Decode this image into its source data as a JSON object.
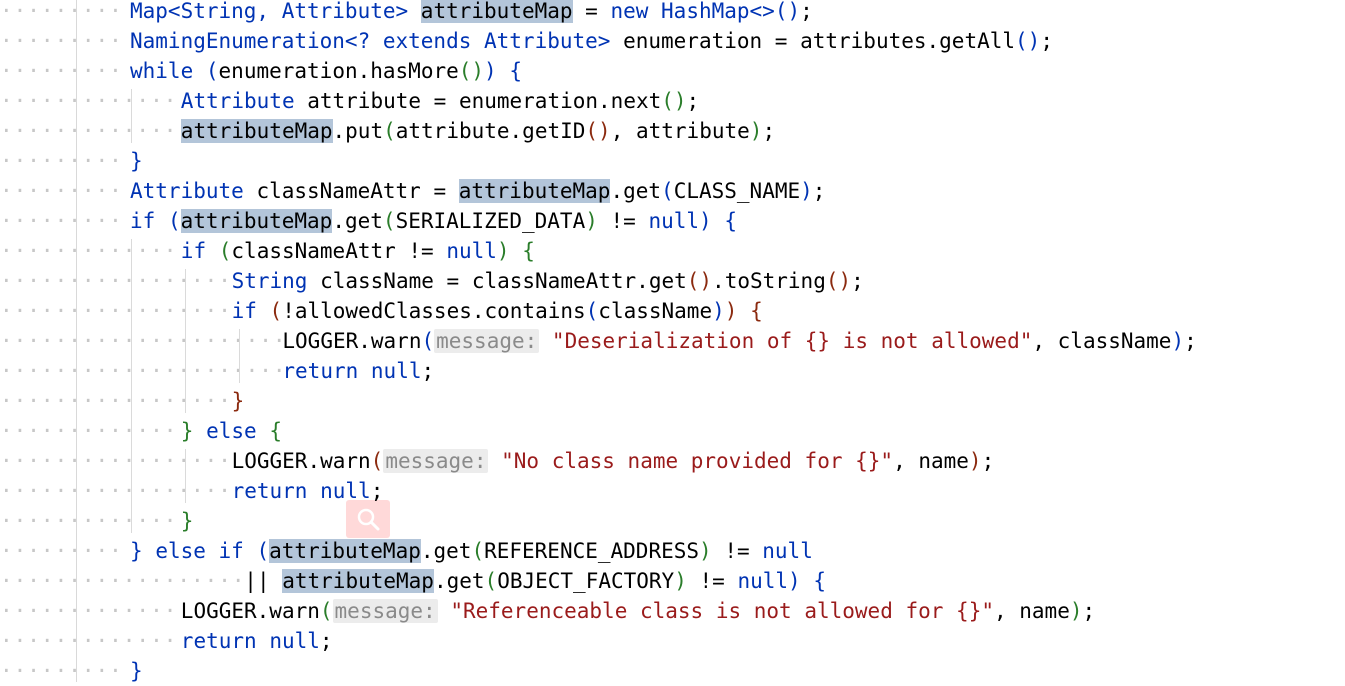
{
  "editor": {
    "language": "java",
    "lines": [
      [
        {
          "t": "Map<String, Attribute> ",
          "k": "type"
        },
        {
          "t": "attributeMap",
          "k": "id",
          "hl": true
        },
        {
          "t": " = ",
          "k": "pn"
        },
        {
          "t": "new",
          "k": "kw"
        },
        {
          "t": " HashMap<>",
          "k": "type"
        },
        {
          "t": "()",
          "k": "paren1"
        },
        {
          "t": ";",
          "k": "pn"
        }
      ],
      [
        {
          "t": "NamingEnumeration<? extends Attribute>",
          "k": "type"
        },
        {
          "t": " enumeration = attributes.getAll",
          "k": "id"
        },
        {
          "t": "()",
          "k": "paren1"
        },
        {
          "t": ";",
          "k": "pn"
        }
      ],
      [
        {
          "t": "while",
          "k": "kw"
        },
        {
          "t": " ",
          "k": "pn"
        },
        {
          "t": "(",
          "k": "paren1"
        },
        {
          "t": "enumeration.hasMore",
          "k": "id"
        },
        {
          "t": "()",
          "k": "paren2"
        },
        {
          "t": ")",
          "k": "paren1"
        },
        {
          "t": " ",
          "k": "pn"
        },
        {
          "t": "{",
          "k": "paren1"
        }
      ],
      [
        {
          "t": "Attribute",
          "k": "type"
        },
        {
          "t": " attribute = enumeration.next",
          "k": "id"
        },
        {
          "t": "()",
          "k": "paren2"
        },
        {
          "t": ";",
          "k": "pn"
        }
      ],
      [
        {
          "t": "attributeMap",
          "k": "id",
          "hl": true
        },
        {
          "t": ".put",
          "k": "id"
        },
        {
          "t": "(",
          "k": "paren2"
        },
        {
          "t": "attribute.getID",
          "k": "id"
        },
        {
          "t": "()",
          "k": "paren3"
        },
        {
          "t": ", attribute",
          "k": "id"
        },
        {
          "t": ")",
          "k": "paren2"
        },
        {
          "t": ";",
          "k": "pn"
        }
      ],
      [
        {
          "t": "}",
          "k": "paren1"
        }
      ],
      [
        {
          "t": "Attribute",
          "k": "type"
        },
        {
          "t": " classNameAttr = ",
          "k": "id"
        },
        {
          "t": "attributeMap",
          "k": "id",
          "hl": true
        },
        {
          "t": ".get",
          "k": "id"
        },
        {
          "t": "(",
          "k": "paren1"
        },
        {
          "t": "CLASS_NAME",
          "k": "id"
        },
        {
          "t": ")",
          "k": "paren1"
        },
        {
          "t": ";",
          "k": "pn"
        }
      ],
      [
        {
          "t": "if",
          "k": "kw"
        },
        {
          "t": " ",
          "k": "pn"
        },
        {
          "t": "(",
          "k": "paren1"
        },
        {
          "t": "attributeMap",
          "k": "id",
          "hl": true
        },
        {
          "t": ".get",
          "k": "id"
        },
        {
          "t": "(",
          "k": "paren2"
        },
        {
          "t": "SERIALIZED_DATA",
          "k": "id"
        },
        {
          "t": ")",
          "k": "paren2"
        },
        {
          "t": " != ",
          "k": "pn"
        },
        {
          "t": "null",
          "k": "kw"
        },
        {
          "t": ")",
          "k": "paren1"
        },
        {
          "t": " ",
          "k": "pn"
        },
        {
          "t": "{",
          "k": "paren1"
        }
      ],
      [
        {
          "t": "if",
          "k": "kw"
        },
        {
          "t": " ",
          "k": "pn"
        },
        {
          "t": "(",
          "k": "paren2"
        },
        {
          "t": "classNameAttr != ",
          "k": "id"
        },
        {
          "t": "null",
          "k": "kw"
        },
        {
          "t": ")",
          "k": "paren2"
        },
        {
          "t": " ",
          "k": "pn"
        },
        {
          "t": "{",
          "k": "paren2"
        }
      ],
      [
        {
          "t": "String",
          "k": "type"
        },
        {
          "t": " className = classNameAttr.get",
          "k": "id"
        },
        {
          "t": "()",
          "k": "paren3"
        },
        {
          "t": ".toString",
          "k": "id"
        },
        {
          "t": "()",
          "k": "paren3"
        },
        {
          "t": ";",
          "k": "pn"
        }
      ],
      [
        {
          "t": "if",
          "k": "kw"
        },
        {
          "t": " ",
          "k": "pn"
        },
        {
          "t": "(",
          "k": "paren3"
        },
        {
          "t": "!allowedClasses.contains",
          "k": "id"
        },
        {
          "t": "(",
          "k": "paren1"
        },
        {
          "t": "className",
          "k": "id"
        },
        {
          "t": ")",
          "k": "paren1"
        },
        {
          "t": ")",
          "k": "paren3"
        },
        {
          "t": " ",
          "k": "pn"
        },
        {
          "t": "{",
          "k": "paren3"
        }
      ],
      [
        {
          "t": "LOGGER.warn",
          "k": "id"
        },
        {
          "t": "(",
          "k": "paren1"
        },
        {
          "t": "message:",
          "k": "hint"
        },
        {
          "t": " \"Deserialization of {} is not allowed\"",
          "k": "str"
        },
        {
          "t": ", className",
          "k": "id"
        },
        {
          "t": ")",
          "k": "paren1"
        },
        {
          "t": ";",
          "k": "pn"
        }
      ],
      [
        {
          "t": "return",
          "k": "kw"
        },
        {
          "t": " ",
          "k": "pn"
        },
        {
          "t": "null",
          "k": "kw"
        },
        {
          "t": ";",
          "k": "pn"
        }
      ],
      [
        {
          "t": "}",
          "k": "paren3"
        }
      ],
      [
        {
          "t": "}",
          "k": "paren2"
        },
        {
          "t": " ",
          "k": "pn"
        },
        {
          "t": "else",
          "k": "kw"
        },
        {
          "t": " ",
          "k": "pn"
        },
        {
          "t": "{",
          "k": "paren2"
        }
      ],
      [
        {
          "t": "LOGGER.warn",
          "k": "id"
        },
        {
          "t": "(",
          "k": "paren3"
        },
        {
          "t": "message:",
          "k": "hint"
        },
        {
          "t": " \"No class name provided for {}\"",
          "k": "str"
        },
        {
          "t": ", name",
          "k": "id"
        },
        {
          "t": ")",
          "k": "paren3"
        },
        {
          "t": ";",
          "k": "pn"
        }
      ],
      [
        {
          "t": "return",
          "k": "kw"
        },
        {
          "t": " ",
          "k": "pn"
        },
        {
          "t": "null",
          "k": "kw"
        },
        {
          "t": ";",
          "k": "pn"
        }
      ],
      [
        {
          "t": "}",
          "k": "paren2"
        }
      ],
      [
        {
          "t": "}",
          "k": "paren1"
        },
        {
          "t": " ",
          "k": "pn"
        },
        {
          "t": "else if",
          "k": "kw"
        },
        {
          "t": " ",
          "k": "pn"
        },
        {
          "t": "(",
          "k": "paren1"
        },
        {
          "t": "attributeMap",
          "k": "id",
          "hl": true
        },
        {
          "t": ".get",
          "k": "id"
        },
        {
          "t": "(",
          "k": "paren2"
        },
        {
          "t": "REFERENCE_ADDRESS",
          "k": "id"
        },
        {
          "t": ")",
          "k": "paren2"
        },
        {
          "t": " != ",
          "k": "pn"
        },
        {
          "t": "null",
          "k": "kw"
        }
      ],
      [
        {
          "t": "|| ",
          "k": "pn"
        },
        {
          "t": "attributeMap",
          "k": "id",
          "hl": true
        },
        {
          "t": ".get",
          "k": "id"
        },
        {
          "t": "(",
          "k": "paren2"
        },
        {
          "t": "OBJECT_FACTORY",
          "k": "id"
        },
        {
          "t": ")",
          "k": "paren2"
        },
        {
          "t": " != ",
          "k": "pn"
        },
        {
          "t": "null",
          "k": "kw"
        },
        {
          "t": ")",
          "k": "paren1"
        },
        {
          "t": " ",
          "k": "pn"
        },
        {
          "t": "{",
          "k": "paren1"
        }
      ],
      [
        {
          "t": "LOGGER.warn",
          "k": "id"
        },
        {
          "t": "(",
          "k": "paren2"
        },
        {
          "t": "message:",
          "k": "hint"
        },
        {
          "t": " \"Referenceable class is not allowed for {}\"",
          "k": "str"
        },
        {
          "t": ", name",
          "k": "id"
        },
        {
          "t": ")",
          "k": "paren2"
        },
        {
          "t": ";",
          "k": "pn"
        }
      ],
      [
        {
          "t": "return",
          "k": "kw"
        },
        {
          "t": " ",
          "k": "pn"
        },
        {
          "t": "null",
          "k": "kw"
        },
        {
          "t": ";",
          "k": "pn"
        }
      ],
      [
        {
          "t": "}",
          "k": "paren1"
        }
      ]
    ]
  },
  "search_overlay": {
    "icon": "search-icon",
    "color": "#ffaaaa"
  }
}
